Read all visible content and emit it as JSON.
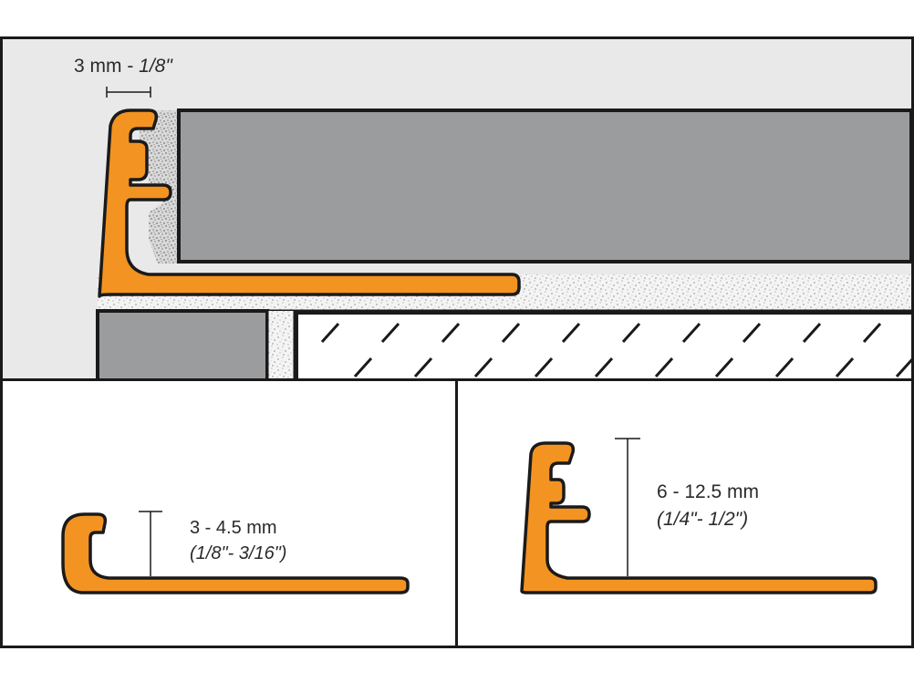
{
  "top_panel": {
    "joint_width_mm": "3 mm - ",
    "joint_width_in": "1/8\""
  },
  "left_panel": {
    "height_mm": "3 - 4.5 mm",
    "height_in": "(1/8\"- 3/16\")"
  },
  "right_panel": {
    "height_mm": "6 - 12.5 mm",
    "height_in": "(1/4\"- 1/2\")"
  },
  "colors": {
    "profile_orange": "#f39321",
    "tile_gray": "#9b9c9e",
    "background_gray": "#e9e9e9",
    "outline": "#1a1a1a"
  }
}
